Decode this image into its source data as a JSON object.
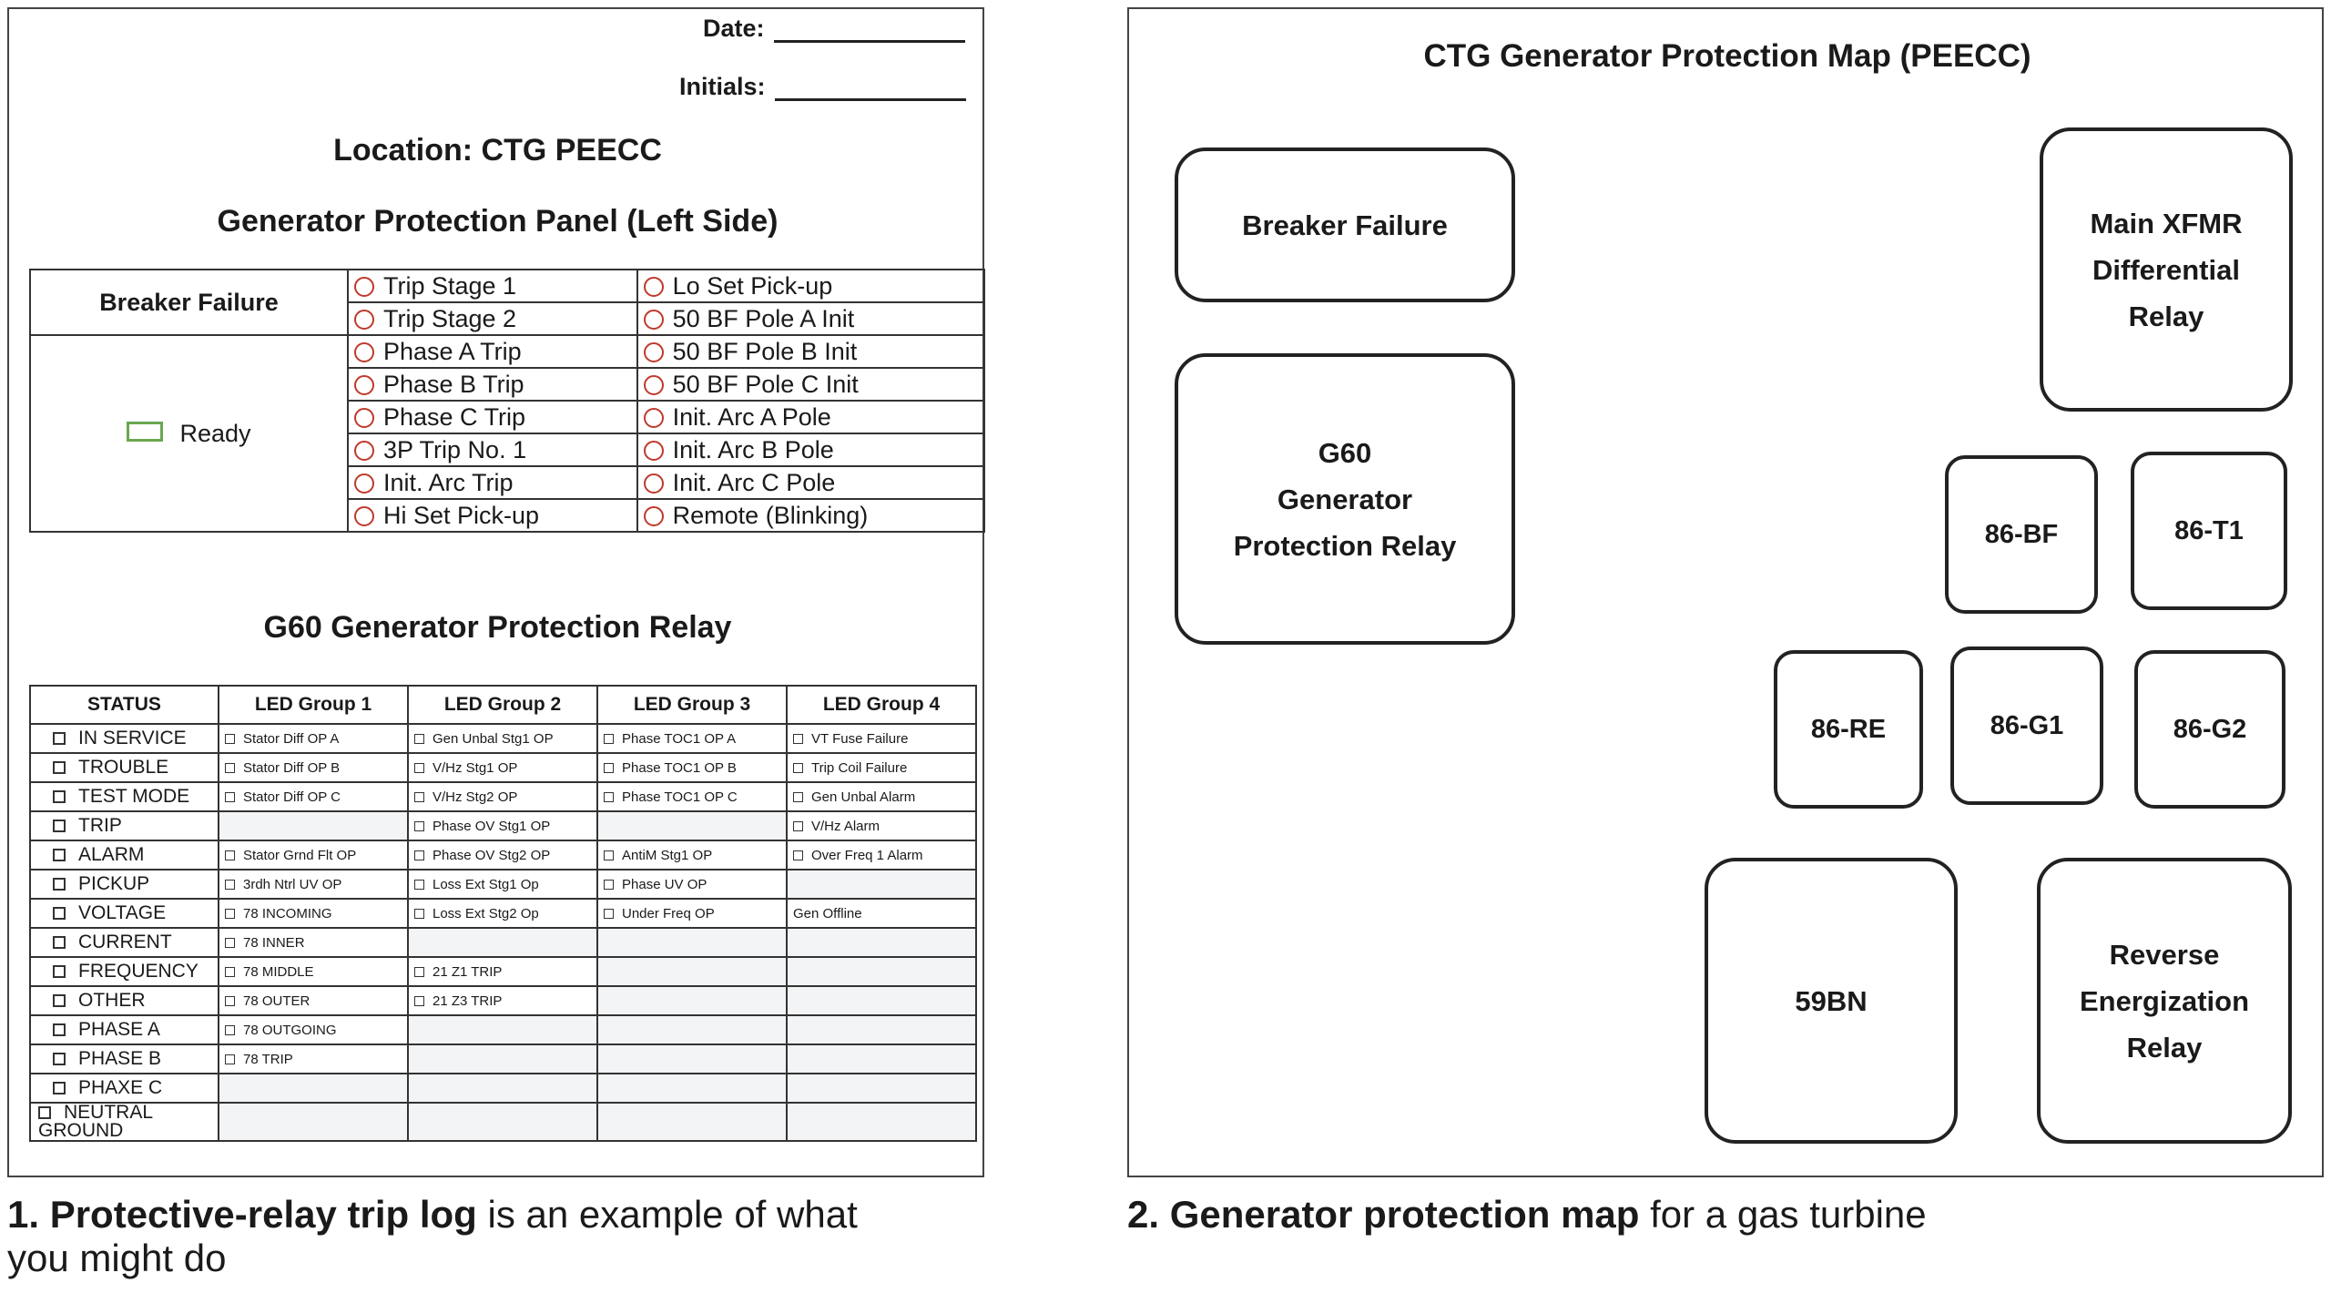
{
  "form": {
    "date_label": "Date:",
    "initials_label": "Initials:",
    "location": "Location: CTG PEECC",
    "panel_title": "Generator Protection Panel (Left Side)",
    "breaker_failure": {
      "header": "Breaker Failure",
      "ready_label": "Ready",
      "rows": [
        [
          "Trip Stage 1",
          "Lo Set Pick-up"
        ],
        [
          "Trip Stage 2",
          "50 BF Pole A Init"
        ],
        [
          "Phase A Trip",
          "50 BF Pole B Init"
        ],
        [
          "Phase B Trip",
          "50 BF Pole C Init"
        ],
        [
          "Phase C Trip",
          "Init. Arc A Pole"
        ],
        [
          "3P Trip No. 1",
          "Init. Arc B Pole"
        ],
        [
          "Init. Arc Trip",
          "Init. Arc C Pole"
        ],
        [
          "Hi Set Pick-up",
          "Remote (Blinking)"
        ]
      ]
    },
    "g60": {
      "title": "G60 Generator Protection Relay",
      "headers": [
        "STATUS",
        "LED Group 1",
        "LED Group 2",
        "LED Group 3",
        "LED Group 4"
      ],
      "rows": [
        [
          "IN SERVICE",
          "Stator Diff OP A",
          "Gen Unbal Stg1 OP",
          "Phase TOC1 OP A",
          "VT Fuse Failure"
        ],
        [
          "TROUBLE",
          "Stator Diff OP B",
          "V/Hz Stg1 OP",
          "Phase TOC1 OP B",
          "Trip Coil Failure"
        ],
        [
          "TEST MODE",
          "Stator Diff OP C",
          "V/Hz Stg2 OP",
          "Phase TOC1 OP C",
          "Gen Unbal Alarm"
        ],
        [
          "TRIP",
          "",
          "Phase OV Stg1 OP",
          "",
          "V/Hz Alarm"
        ],
        [
          "ALARM",
          "Stator Grnd Flt OP",
          "Phase OV Stg2 OP",
          "AntiM Stg1 OP",
          "Over Freq 1 Alarm"
        ],
        [
          "PICKUP",
          "3rdh Ntrl UV OP",
          "Loss Ext Stg1 Op",
          "Phase UV OP",
          ""
        ],
        [
          "VOLTAGE",
          "78 INCOMING",
          "Loss Ext Stg2 Op",
          "Under Freq OP",
          "Gen Offline"
        ],
        [
          "CURRENT",
          "78 INNER",
          "",
          "",
          ""
        ],
        [
          "FREQUENCY",
          "78 MIDDLE",
          "21 Z1 TRIP",
          "",
          ""
        ],
        [
          "OTHER",
          "78 OUTER",
          "21 Z3 TRIP",
          "",
          ""
        ],
        [
          "PHASE A",
          "78 OUTGOING",
          "",
          "",
          ""
        ],
        [
          "PHASE B",
          "78 TRIP",
          "",
          "",
          ""
        ],
        [
          "PHAXE C",
          "",
          "",
          "",
          ""
        ],
        [
          "NEUTRAL GROUND",
          "",
          "",
          "",
          ""
        ]
      ]
    }
  },
  "map": {
    "title": "CTG Generator Protection Map (PEECC)",
    "boxes": {
      "breaker_failure": "Breaker Failure",
      "g60": [
        "G60",
        "Generator",
        "Protection Relay"
      ],
      "main_xfmr": [
        "Main XFMR",
        "Differential",
        "Relay"
      ],
      "b86_bf": "86-BF",
      "b86_t1": "86-T1",
      "b86_re": "86-RE",
      "b86_g1": "86-G1",
      "b86_g2": "86-G2",
      "b59bn": "59BN",
      "reverse": [
        "Reverse",
        "Energization",
        "Relay"
      ]
    }
  },
  "captions": {
    "c1_bold": "1. Protective-relay trip log",
    "c1_rest_line1": " is an example of what",
    "c1_rest_line2": "you might do",
    "c2_bold": "2. Generator protection map",
    "c2_rest": " for a gas turbine"
  },
  "colors": {
    "indicator_circle": "#c0392b",
    "ready_box": "#6aa84f"
  }
}
